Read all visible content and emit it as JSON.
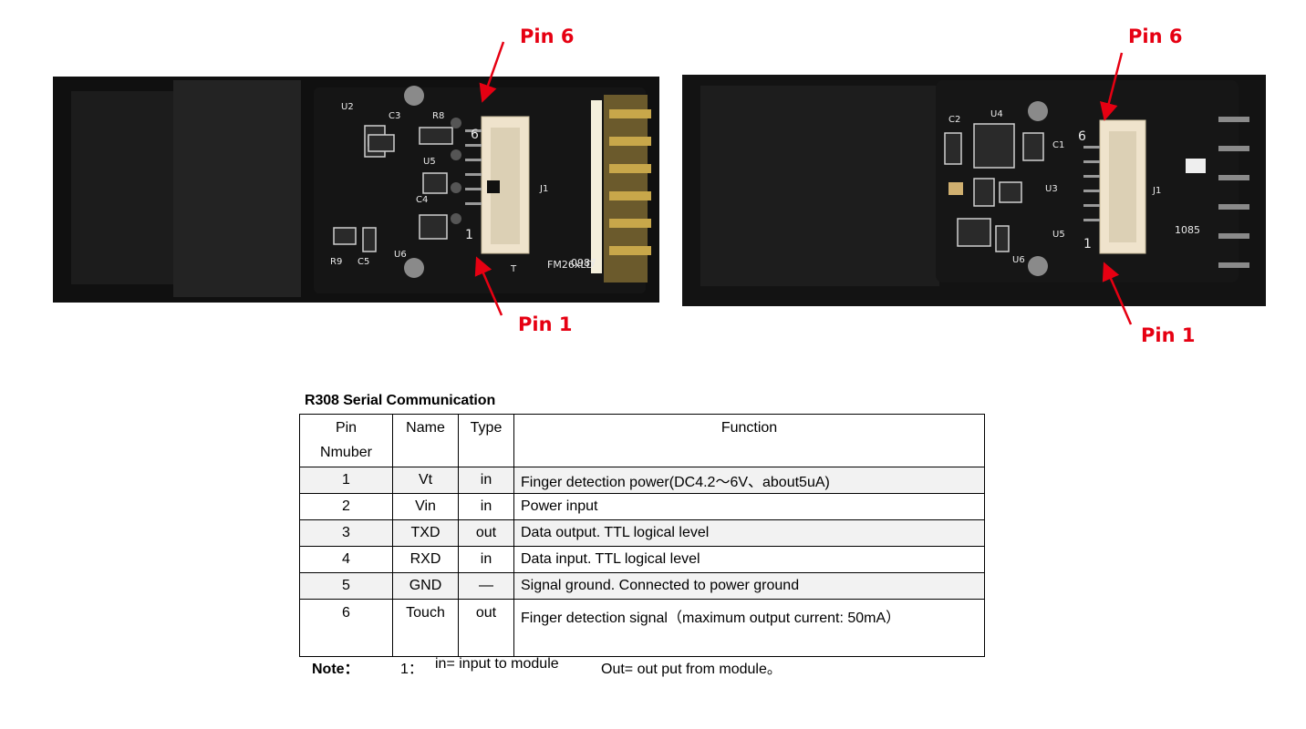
{
  "photos": {
    "left": {
      "pin6_label": "Pin 6",
      "pin1_label": "Pin 1",
      "silk": {
        "fm": "FM26xLD",
        "code": "0987",
        "j1": "J1",
        "num6": "6",
        "num1": "1",
        "t": "T",
        "u2": "U2",
        "c3": "C3",
        "r8": "R8",
        "u5": "U5",
        "c4": "C4",
        "u6": "U6",
        "c5": "C5",
        "r9": "R9"
      }
    },
    "right": {
      "pin6_label": "Pin 6",
      "pin1_label": "Pin 1",
      "silk": {
        "code": "1085",
        "j1": "J1",
        "num6": "6",
        "num1": "1",
        "c2": "C2",
        "u4": "U4",
        "c1": "C1",
        "u3": "U3",
        "u5": "U5",
        "u6": "U6"
      }
    }
  },
  "table": {
    "title": "R308 Serial Communication",
    "headers": {
      "pin": "Pin",
      "pin2": "Nmuber",
      "name": "Name",
      "type": "Type",
      "function": "Function"
    },
    "rows": [
      {
        "pin": "1",
        "name": "Vt",
        "type": "in",
        "function": "Finger detection power(DC4.2～6V、about5uA)"
      },
      {
        "pin": "2",
        "name": "Vin",
        "type": "in",
        "function": "Power input"
      },
      {
        "pin": "3",
        "name": "TXD",
        "type": "out",
        "function": "Data output. TTL logical level"
      },
      {
        "pin": "4",
        "name": "RXD",
        "type": "in",
        "function": "Data input. TTL logical level"
      },
      {
        "pin": "5",
        "name": "GND",
        "type": "—",
        "function": "Signal ground. Connected to power ground"
      },
      {
        "pin": "6",
        "name": "Touch",
        "type": "out",
        "function": "Finger detection signal（maximum output current: 50mA）"
      }
    ]
  },
  "note": {
    "label": "Note：",
    "number": "1：",
    "in_text": "in= input to module",
    "out_text": "Out= out put from module。"
  },
  "colors": {
    "arrow": "#e60012",
    "pcb": "#151515",
    "case": "#0f0f0f",
    "connector": "#efe3cc"
  }
}
